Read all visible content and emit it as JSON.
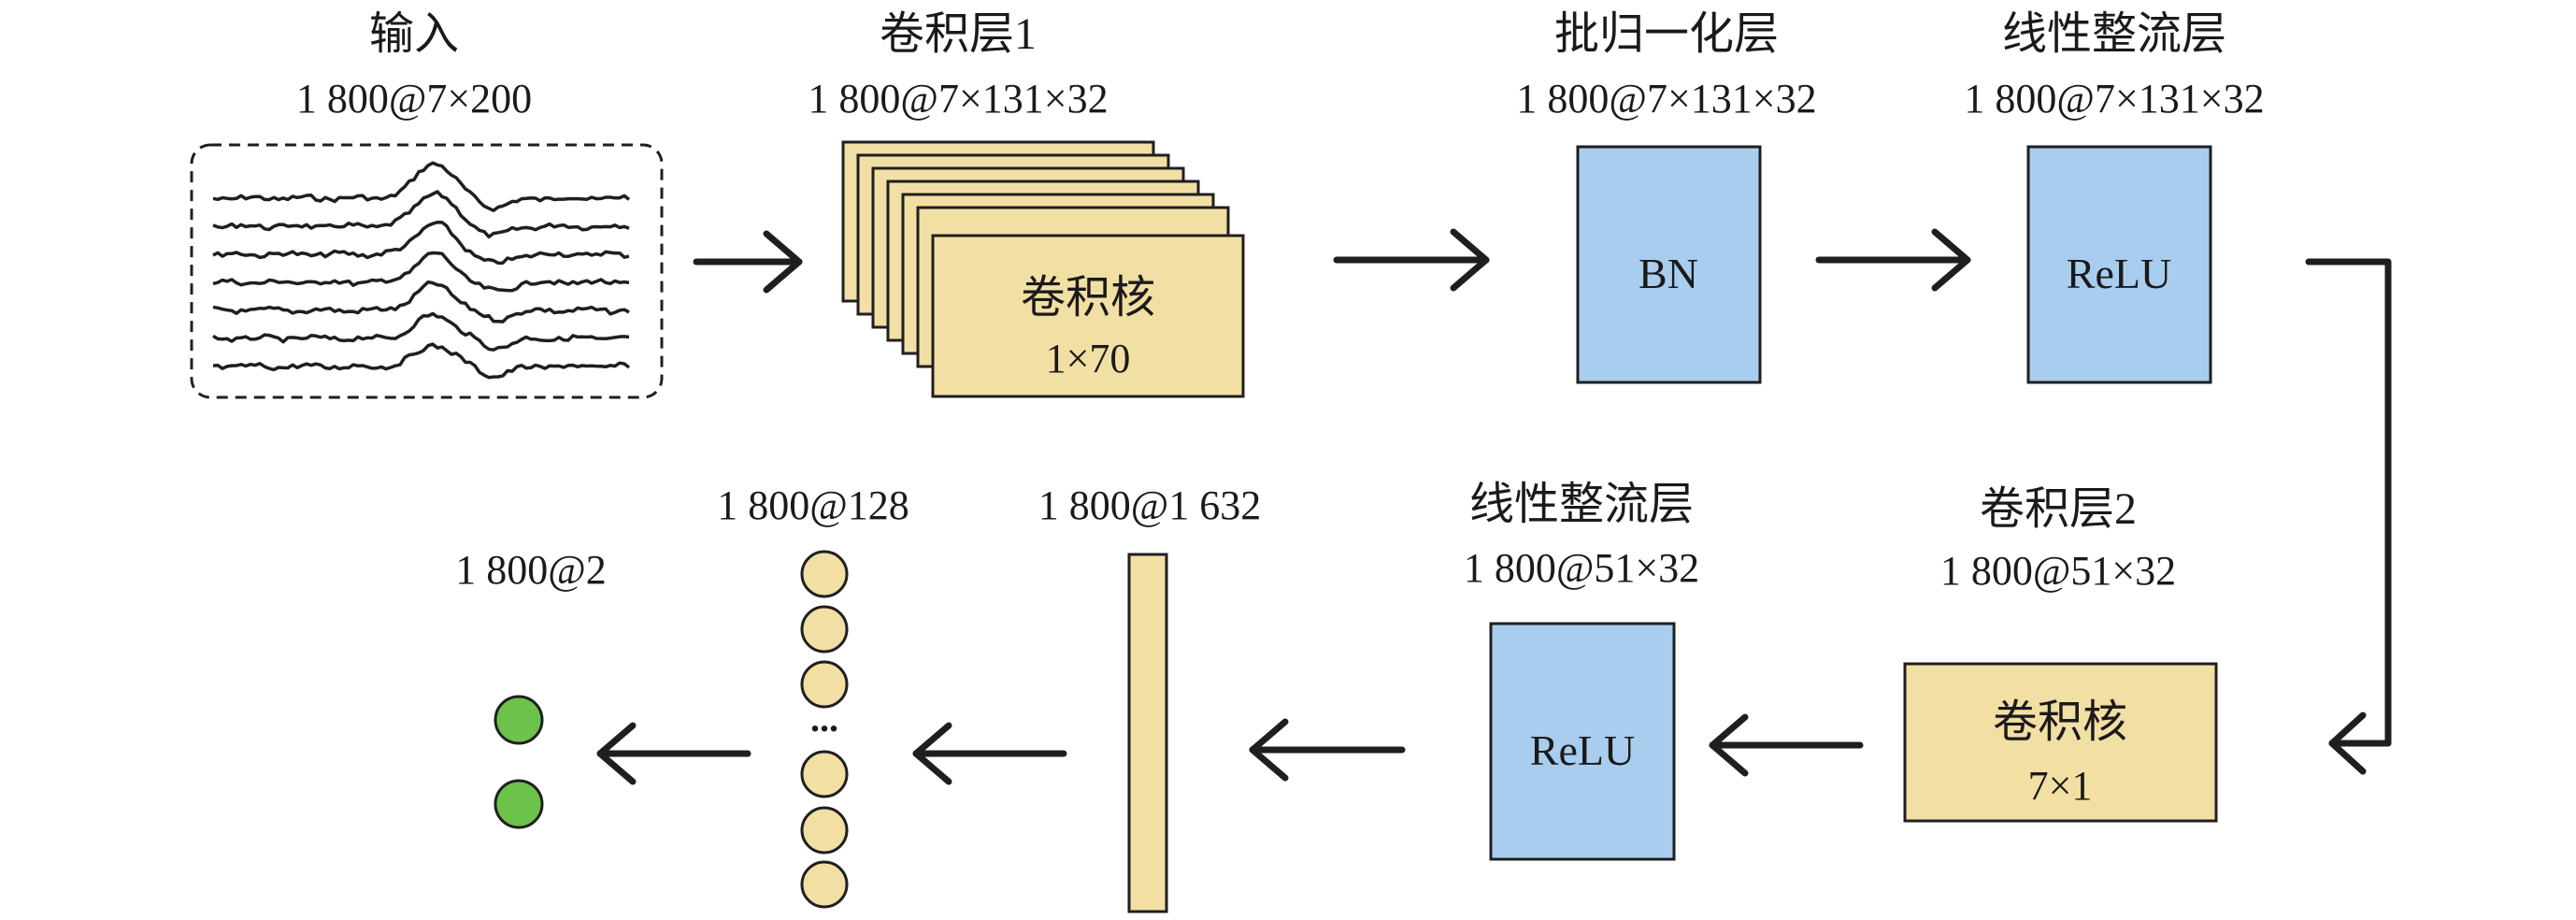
{
  "colors": {
    "conv": "#f2dfa4",
    "blue": "#a9cdee",
    "green": "#6cc24a",
    "stroke": "#1f1f1f"
  },
  "input": {
    "title": "输入",
    "dims": "1 800@7×200",
    "signal_count": 7
  },
  "conv1": {
    "title": "卷积层1",
    "dims": "1 800@7×131×32",
    "kernel_label": "卷积核",
    "kernel_size": "1×70"
  },
  "bn": {
    "title": "批归一化层",
    "dims": "1 800@7×131×32",
    "box_label": "BN"
  },
  "relu1": {
    "title": "线性整流层",
    "dims": "1 800@7×131×32",
    "box_label": "ReLU"
  },
  "conv2": {
    "title": "卷积层2",
    "dims": "1 800@51×32",
    "kernel_label": "卷积核",
    "kernel_size": "7×1"
  },
  "relu2": {
    "title": "线性整流层",
    "dims": "1 800@51×32",
    "box_label": "ReLU"
  },
  "flatten": {
    "dims": "1 800@1 632"
  },
  "dense": {
    "dims": "1 800@128",
    "ellipsis": "..."
  },
  "output": {
    "dims": "1 800@2"
  }
}
